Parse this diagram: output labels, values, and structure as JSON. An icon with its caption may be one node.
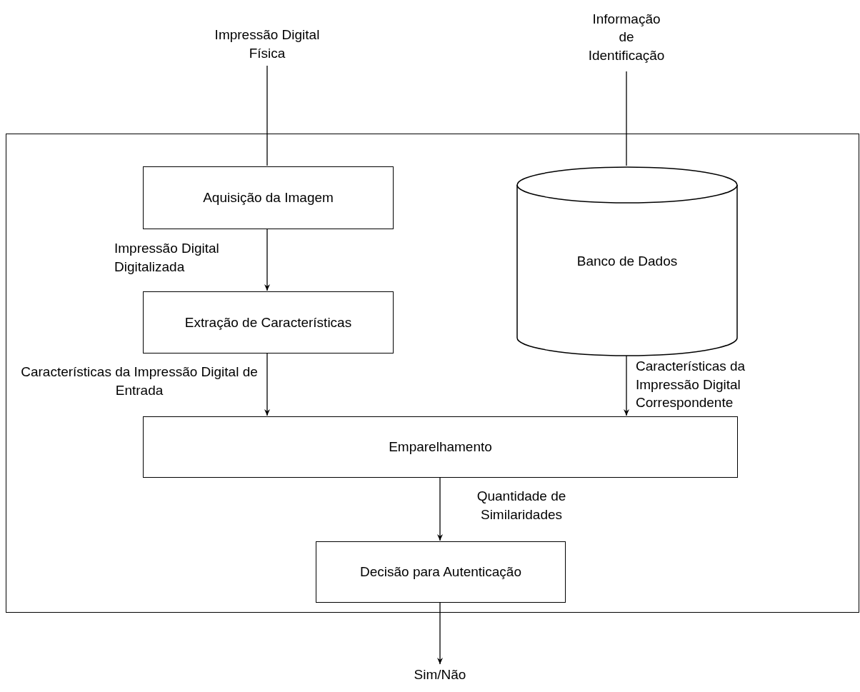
{
  "diagram": {
    "nodes": [
      {
        "text": [],
        "shape": "box"
      },
      {
        "text": [
          "Impressão Digital Física"
        ]
      },
      {
        "text": [
          "Informação de Identificação"
        ]
      },
      {
        "text": [
          "Aquisição da Imagem"
        ],
        "in": 0
      },
      {
        "text": [
          "Banco de Dados"
        ],
        "in": 0
      },
      {
        "text": [
          "Extração de Características"
        ],
        "in": 0
      },
      {
        "text": [
          "Emparelhamento"
        ],
        "in": 0
      },
      {
        "text": [
          "Decisão para Autenticação"
        ],
        "in": 0
      },
      {
        "text": [
          "Sim/Não"
        ]
      }
    ],
    "edges": [
      {
        "from": 1,
        "to": 3,
        "arrow": "none"
      },
      {
        "from": 3,
        "to": 5,
        "arrow": "to",
        "label": "Impressão Digital Digitalizada"
      },
      {
        "from": 2,
        "to": 4,
        "arrow": "none"
      },
      {
        "from": 5,
        "to": 6,
        "arrow": "to",
        "label": "Características da Impressão Digital de Entrada"
      },
      {
        "from": 4,
        "to": 6,
        "arrow": "to",
        "label": "Características da Impressão Digital Correspondente"
      },
      {
        "from": 6,
        "to": 7,
        "arrow": "to",
        "label": "Quantidade de Similaridades"
      },
      {
        "from": 7,
        "to": 8,
        "arrow": "to"
      }
    ]
  }
}
